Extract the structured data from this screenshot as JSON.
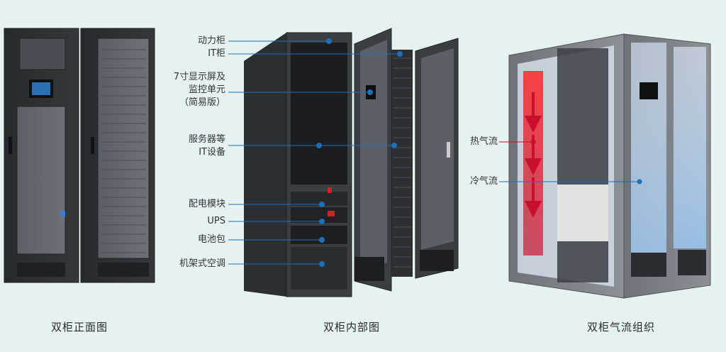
{
  "colors": {
    "background": "#e6f1f1",
    "cabinet_dark": "#2d3034",
    "cabinet_frame": "#3a3d41",
    "callout_blue": "#1f6fb8",
    "hot_air": "#e8202a",
    "cold_air": "#5aa0e6",
    "steel_gray": "#7b8087"
  },
  "captions": {
    "front": "双柜正面图",
    "interior": "双柜内部图",
    "airflow": "双柜气流组织"
  },
  "interior_labels": [
    {
      "id": "power_cabinet",
      "lines": [
        "动力柜"
      ]
    },
    {
      "id": "it_cabinet",
      "lines": [
        "IT柜"
      ]
    },
    {
      "id": "display_unit",
      "lines": [
        "7寸显示屏及",
        "监控单元",
        "（简易版）"
      ]
    },
    {
      "id": "it_equipment",
      "lines": [
        "服务器等",
        "IT设备"
      ]
    },
    {
      "id": "pdu_module",
      "lines": [
        "配电模块"
      ]
    },
    {
      "id": "ups",
      "lines": [
        "UPS"
      ]
    },
    {
      "id": "battery_pack",
      "lines": [
        "电池包"
      ]
    },
    {
      "id": "rack_ac",
      "lines": [
        "机架式空调"
      ]
    }
  ],
  "airflow_labels": {
    "hot": "热气流",
    "cold": "冷气流"
  }
}
